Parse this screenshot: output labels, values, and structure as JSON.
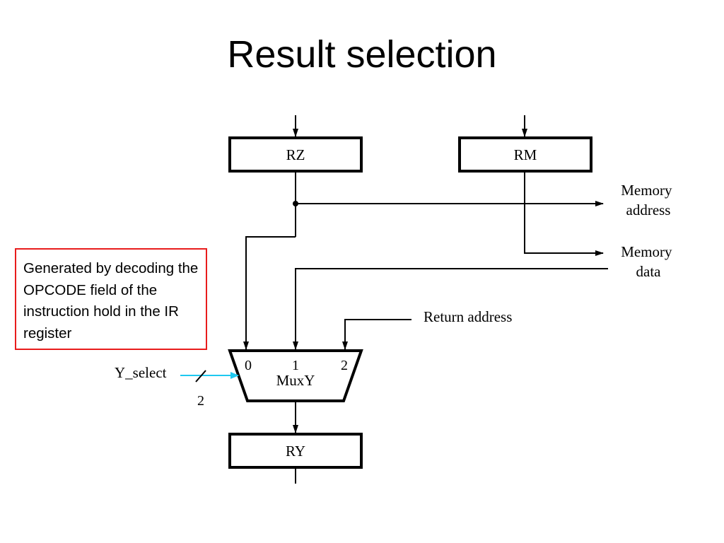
{
  "slide": {
    "title": "Result selection",
    "note": "Generated by decoding the OPCODE field of the instruction hold in the IR register"
  },
  "diagram": {
    "registers": {
      "rz": "RZ",
      "rm": "RM",
      "ry": "RY"
    },
    "mux": {
      "name": "MuxY",
      "inputs": [
        "0",
        "1",
        "2"
      ]
    },
    "signals": {
      "memory_address": [
        "Memory",
        "address"
      ],
      "memory_data": [
        "Memory",
        "data"
      ],
      "return_address": "Return address",
      "select_name": "Y_select",
      "select_width": "2"
    }
  },
  "colors": {
    "note_border": "#e81c1c",
    "select_arrow": "#1ec8f0",
    "lines": "#000000"
  }
}
